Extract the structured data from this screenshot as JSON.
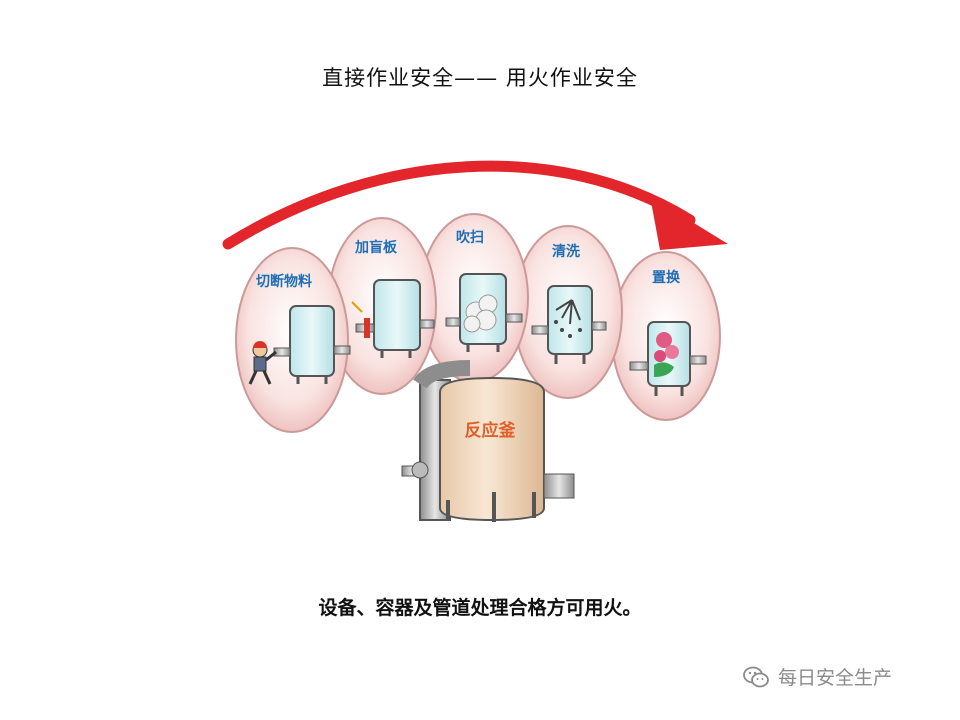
{
  "title": "直接作业安全—— 用火作业安全",
  "steps": [
    {
      "label": "切断物料"
    },
    {
      "label": "加盲板"
    },
    {
      "label": "吹扫"
    },
    {
      "label": "清洗"
    },
    {
      "label": "置换"
    }
  ],
  "reactor": {
    "label": "反应釜"
  },
  "caption": "设备、容器及管道处理合格方可用火。",
  "watermark": {
    "text": "每日安全生产",
    "icon": "wechat-icon"
  },
  "colors": {
    "arrow": "#e3262b",
    "bubble_fill": "#f6d4d2",
    "step_label": "#1f6fb5",
    "tank_fill": "#d6f0f2",
    "reactor_fill": "#f3dcc4",
    "reactor_label": "#e0602a"
  }
}
